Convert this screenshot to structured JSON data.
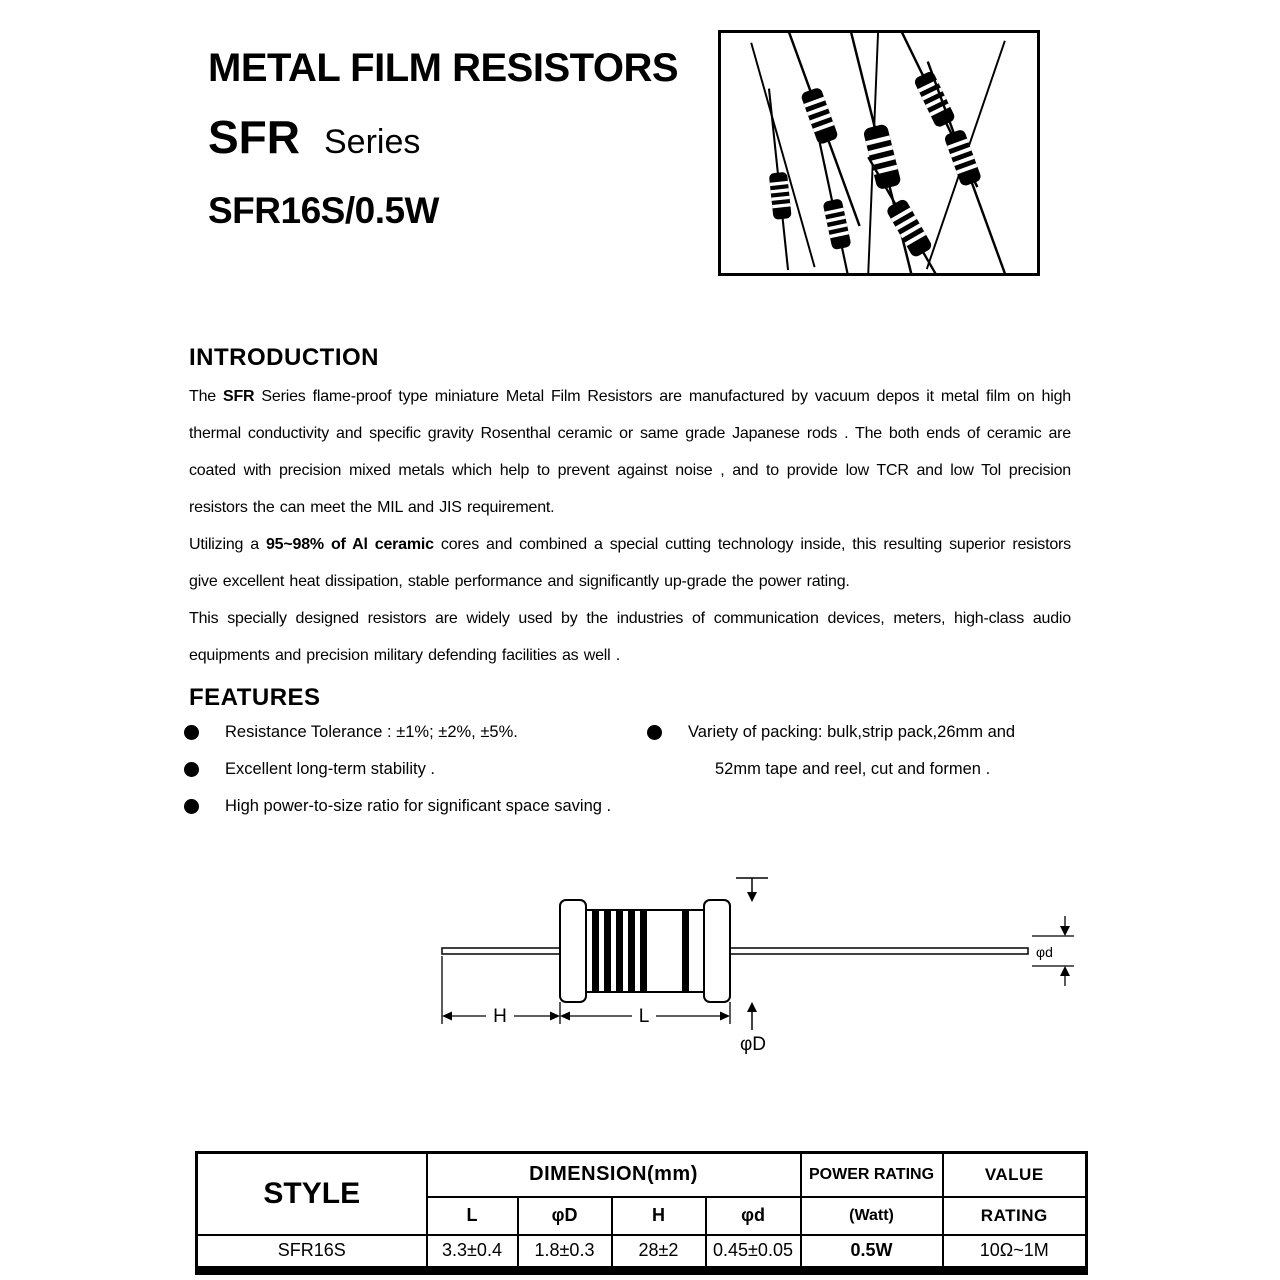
{
  "colors": {
    "text": "#000000",
    "background": "#ffffff",
    "border": "#000000"
  },
  "header": {
    "title": "METAL FILM RESISTORS",
    "series": "SFR",
    "series_suffix": "Series",
    "model": "SFR16S/0.5W"
  },
  "introduction": {
    "heading": "INTRODUCTION",
    "p1_prefix": "The ",
    "p1_bold": "SFR",
    "p1_rest": " Series flame-proof type miniature Metal Film Resistors are manufactured by vacuum depos it metal film on high thermal conductivity and specific gravity Rosenthal ceramic or same grade Japanese rods .  The both ends of ceramic are coated with precision mixed metals which help to prevent against noise , and to provide low TCR and low Tol precision resistors the can meet the MIL and JIS requirement.",
    "p2_prefix": "Utilizing a ",
    "p2_bold": "95~98% of Al ceramic",
    "p2_rest": " cores and combined a special cutting technology inside, this resulting superior resistors give excellent heat dissipation, stable performance and significantly up-grade the power rating.",
    "p3": "This specially designed resistors are widely used by the industries of communication devices, meters, high-class audio equipments and precision military defending facilities as well ."
  },
  "features": {
    "heading": "FEATURES",
    "items_left": [
      "Resistance Tolerance : ±1%;  ±2%,  ±5%.",
      "Excellent long-term stability .",
      "High power-to-size ratio for significant space saving ."
    ],
    "item_right_line1": "Variety of packing: bulk,strip pack,26mm and",
    "item_right_line2": "52mm tape and reel, cut and formen ."
  },
  "diagram": {
    "label_h": "H",
    "label_l": "L",
    "label_phi_D": "φD",
    "label_phi_d": "φd"
  },
  "table": {
    "col_style": "STYLE",
    "col_dimension": "DIMENSION(mm)",
    "col_power_line1": "POWER RATING",
    "col_power_line2": "(Watt)",
    "col_value_line1": "VALUE",
    "col_value_line2": "RATING",
    "dim_subcols": [
      "L",
      "φD",
      "H",
      "φd"
    ],
    "row": {
      "style": "SFR16S",
      "l": "3.3±0.4",
      "phi_D": "1.8±0.3",
      "h": "28±2",
      "phi_d": "0.45±0.05",
      "power": "0.5W",
      "value": "10Ω~1M"
    }
  }
}
